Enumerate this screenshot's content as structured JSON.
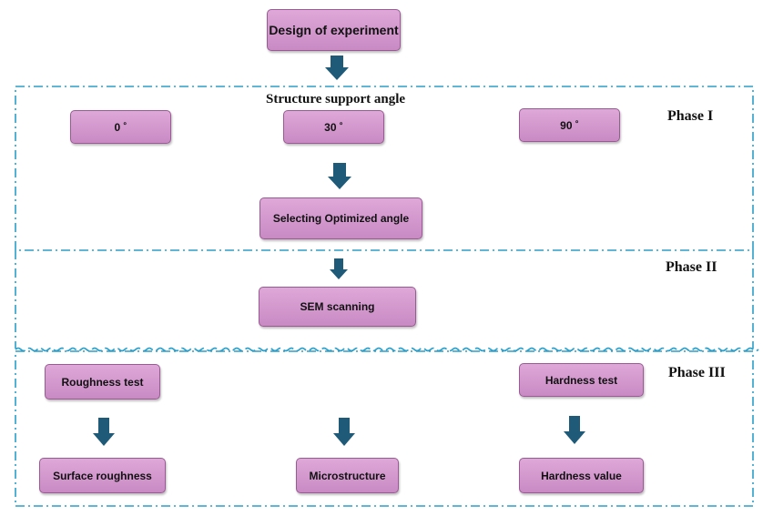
{
  "colors": {
    "box_fill_top": "#dea8d8",
    "box_fill_bottom": "#c98ac4",
    "box_border": "#9a5a94",
    "arrow": "#1f5b78",
    "frame_line": "#2a9ec9"
  },
  "start": {
    "label": "Design of experiment"
  },
  "phase1": {
    "label": "Phase I",
    "title": "Structure  support  angle",
    "angles": [
      "0 ˚",
      "30 ˚",
      "90 ˚"
    ],
    "result": "Selecting Optimized angle"
  },
  "phase2": {
    "label": "Phase II",
    "step": "SEM scanning"
  },
  "phase3": {
    "label": "Phase III",
    "roughness_test": "Roughness test",
    "hardness_test": "Hardness test",
    "surface_roughness": "Surface roughness",
    "microstructure": "Microstructure",
    "hardness_value": "Hardness value"
  }
}
